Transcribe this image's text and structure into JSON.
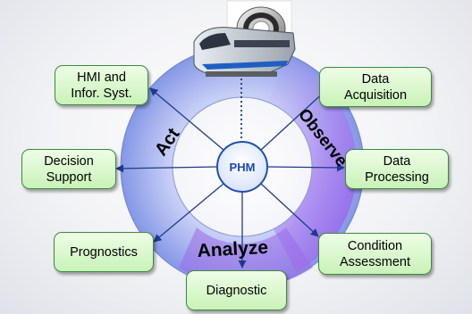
{
  "center_label": "PHM",
  "stages": {
    "act": "Act",
    "observe": "Observe",
    "analyze": "Analyze"
  },
  "nodes": {
    "hmi": "HMI and\nInfor. Syst.",
    "data_acquisition": "Data\nAcquisition",
    "decision_support": "Decision\nSupport",
    "data_processing": "Data\nProcessing",
    "prognostics": "Prognostics",
    "condition_assessment": "Condition\nAssessment",
    "diagnostic": "Diagnostic"
  },
  "pictures": [
    "train-icon",
    "bearing-icon"
  ],
  "colors": {
    "ring_outer": "#8c9ee8",
    "ring_purple": "#a070e6",
    "hub_border": "#1f4fae",
    "hub_text": "#1c45b8",
    "node_fill": "#d3f5c3",
    "node_border": "#3c8a3c",
    "arrow": "#1e3a8a"
  }
}
